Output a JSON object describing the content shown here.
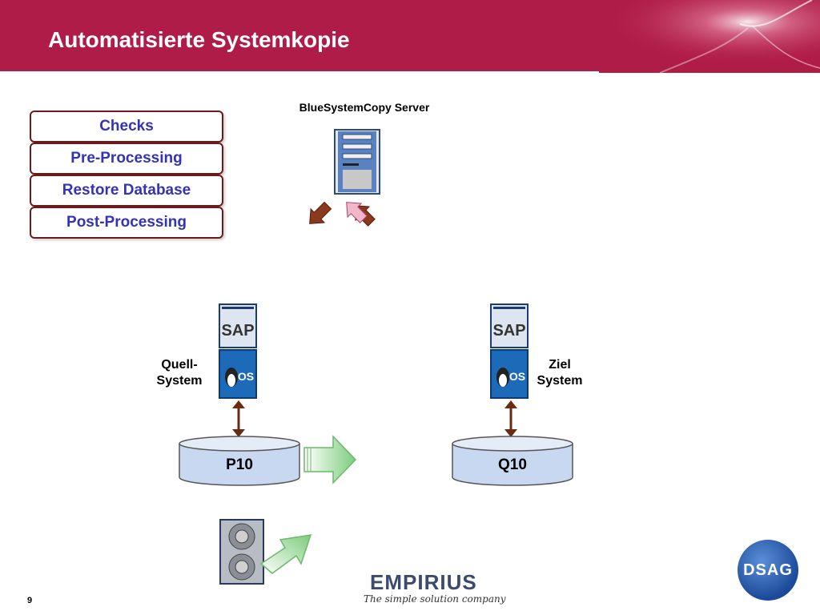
{
  "header": {
    "title": "Automatisierte Systemkopie"
  },
  "steps": [
    {
      "label": "Checks"
    },
    {
      "label": "Pre-Processing"
    },
    {
      "label": "Restore Database"
    },
    {
      "label": "Post-Processing"
    }
  ],
  "server": {
    "label": "BlueSystemCopy Server"
  },
  "source": {
    "label_line1": "Quell-",
    "label_line2": "System",
    "db": "P10",
    "app": "SAP",
    "os": "OS"
  },
  "target": {
    "label_line1": "Ziel",
    "label_line2": "System",
    "db": "Q10",
    "app": "SAP",
    "os": "OS"
  },
  "footer": {
    "page": "9",
    "brand": "EMPIRIUS",
    "tagline": "The simple solution company",
    "logo": "DSAG"
  },
  "colors": {
    "header": "#b01c48",
    "step_text": "#3333b8",
    "step_border": "#6a1c1c",
    "db_fill": "#c8d8f0",
    "os_blue": "#1c6ab8",
    "arrow_green": "#8ed08e",
    "connector": "#6a2a10"
  }
}
